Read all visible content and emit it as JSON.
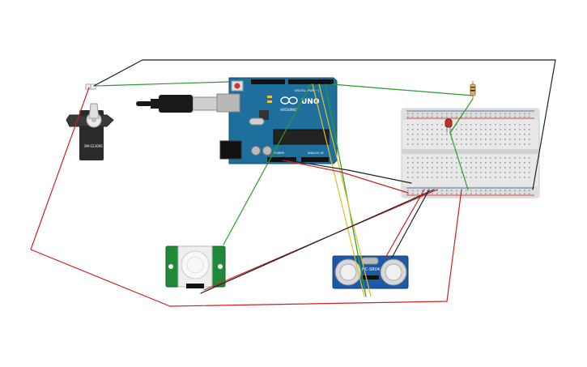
{
  "colors": {
    "arduino_board": "#1f6f9e",
    "arduino_board_dark": "#17577d",
    "wire_green": "#2a9d2a",
    "wire_red": "#cc2222",
    "wire_black": "#222222",
    "wire_yellow": "#e0c020",
    "sensor_board": "#1c5aa8",
    "pir_board": "#1e8a3a",
    "breadboard": "#e6e6e6",
    "servo": "#2a2a2a",
    "led": "#c0302a"
  },
  "arduino": {
    "brand": "ARDUINO",
    "model": "UNO",
    "header_digital": "DIGITAL (PWM ~)",
    "header_power": "POWER",
    "header_analog": "ANALOG IN"
  },
  "servo": {
    "label": "SM-S2309S"
  },
  "ultrasonic": {
    "label": "HC-SR04"
  },
  "icons": {
    "usb_cable": "usb-cable-icon",
    "servo_motor": "servo-motor-icon",
    "pir_lens": "pir-lens-icon",
    "led": "led-icon",
    "resistor": "resistor-icon"
  }
}
